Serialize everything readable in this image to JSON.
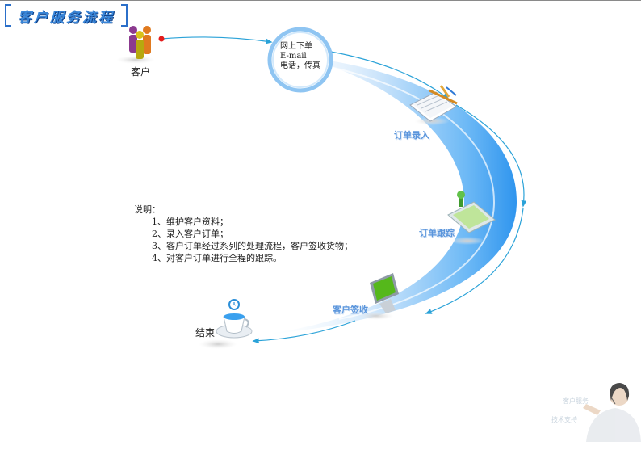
{
  "title": "客户服务流程",
  "nodes": {
    "customer": "客户",
    "circle_lines": [
      "网上下单",
      "E-mail",
      "电话，传真"
    ],
    "order_entry": "订单录入",
    "order_tracking": "订单跟踪",
    "customer_sign": "客户签收",
    "end": "结束"
  },
  "notes": {
    "heading": "说明：",
    "items": [
      "1、维护客户资料；",
      "2、录入客户订单；",
      "3、客户订单经过系列的处理流程，客户签收货物；",
      "4、对客户订单进行全程的跟踪。"
    ]
  },
  "corner": {
    "line1": "客户服务",
    "line2": "技术支持"
  },
  "colors": {
    "arrow": "#2aa2d8",
    "band": "#3ea1f0",
    "title": "#3a86d8",
    "label_blue": "#5a95dc",
    "start_dot": "#e31b1b"
  },
  "icons": [
    "people-icon",
    "notebook-pen-icon",
    "clipboard-pin-icon",
    "monitor-icon",
    "teacup-icon",
    "operator-icon"
  ]
}
